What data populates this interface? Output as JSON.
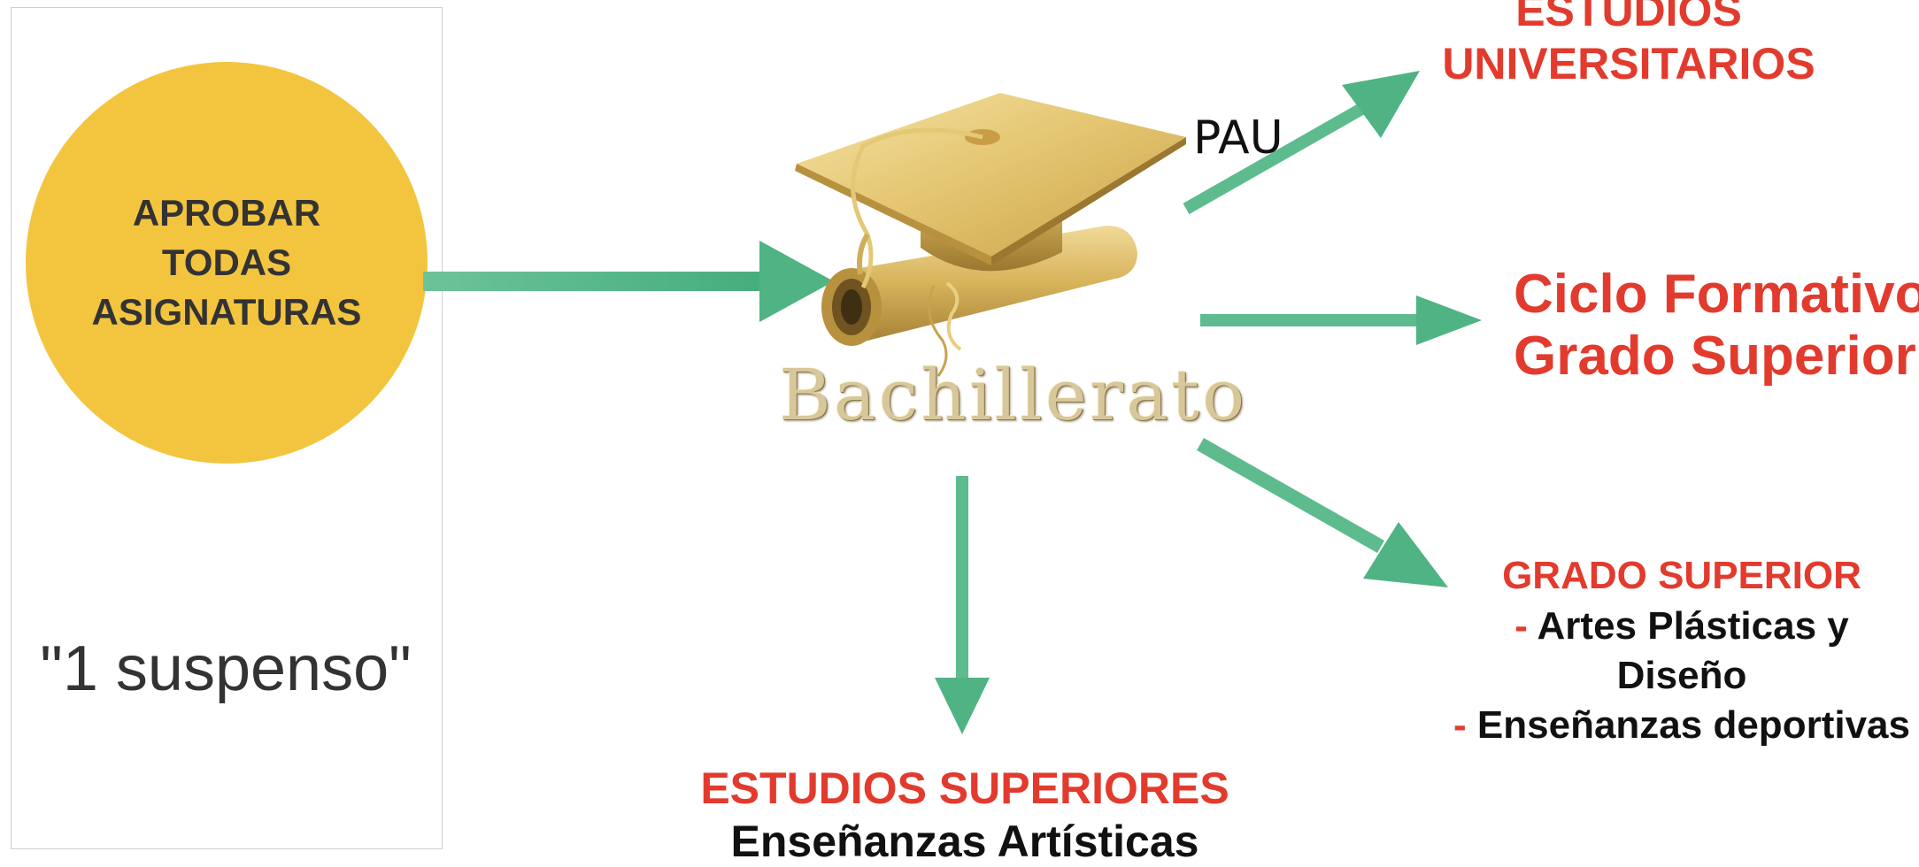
{
  "left_panel": {
    "circle_text": "APROBAR\nTODAS\nASIGNATURAS",
    "note": "\"1 suspenso\""
  },
  "center": {
    "logo_text": "Bachillerato",
    "pau_label": "PAU"
  },
  "outcomes": {
    "universitarios": {
      "heading": "ESTUDIOS\nUNIVERSITARIOS"
    },
    "ciclo": {
      "heading": "Ciclo Formativo\nGrado Superior"
    },
    "grado_superior": {
      "heading": "GRADO SUPERIOR",
      "items": [
        "Artes Plásticas y Diseño",
        "Enseñanzas deportivas"
      ]
    },
    "superiores": {
      "heading": "ESTUDIOS SUPERIORES",
      "subheading": "Enseñanzas Artísticas"
    }
  },
  "colors": {
    "circle": "#f3c53f",
    "arrow": "#4fb384",
    "accent_red": "#e23b2e",
    "gold": "#d9b65c"
  },
  "icons": [
    "graduation-cap-icon",
    "diploma-scroll-icon"
  ]
}
